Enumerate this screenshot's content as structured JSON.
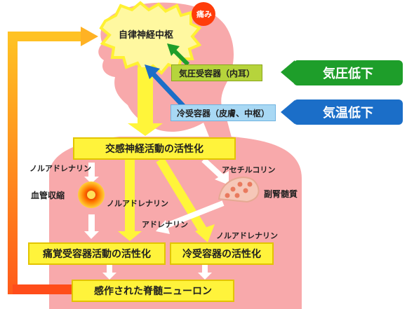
{
  "brain": {
    "center_label": "自律神経中枢",
    "pain_badge": "痛み"
  },
  "receptors": {
    "pressure": "気圧受容器（内耳）",
    "cold": "冷受容器（皮膚、中枢）"
  },
  "triggers": {
    "pressure_drop": "気圧低下",
    "temp_drop": "気温低下"
  },
  "boxes": {
    "sympathetic": "交感神経活動の活性化",
    "pain_receptor": "痛覚受容器活動の活性化",
    "cold_receptor": "冷受容器の活性化",
    "spinal": "感作された脊髄ニューロン"
  },
  "labels": {
    "noradrenaline_1": "ノルアドレナリン",
    "vasoconstriction": "血管収縮",
    "noradrenaline_2": "ノルアドレナリン",
    "acetylcholine": "アセチルコリン",
    "adrenal_medulla": "副腎髄質",
    "adrenaline": "アドレナリン",
    "noradrenaline_3": "ノルアドレナリン"
  },
  "colors": {
    "body_pink": "#f7a7a9",
    "brain_glow": "#fff66b",
    "feedback_orange": "#ff9f1c",
    "green": "#1e9e2a",
    "blue": "#1b6ec8",
    "pressure_box": "#b6d43c",
    "cold_box": "#a8d8f4"
  }
}
